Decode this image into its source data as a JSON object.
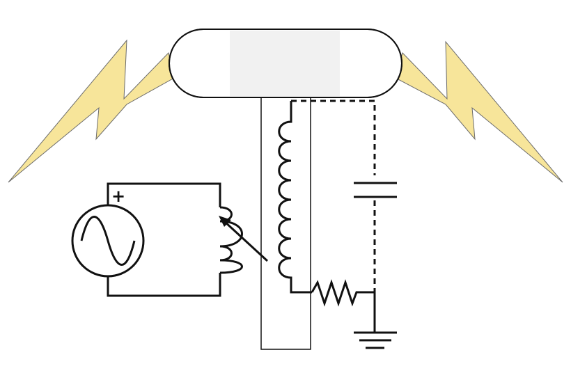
{
  "diagram": {
    "type": "tesla-coil-schematic",
    "source_polarity_label": "+",
    "components": [
      "ac-voltage-source",
      "variable-primary-coil",
      "secondary-coil",
      "toroid-top-load",
      "capacitor",
      "resistor",
      "ground",
      "lightning-bolt-left",
      "lightning-bolt-right"
    ],
    "colors": {
      "stroke": "#111111",
      "bolt_fill": "#f7e59a",
      "bolt_stroke": "#6b6b6b",
      "toroid_fill": "#ffffff",
      "toroid_highlight": "#f1f1f1",
      "background": "#ffffff"
    }
  }
}
